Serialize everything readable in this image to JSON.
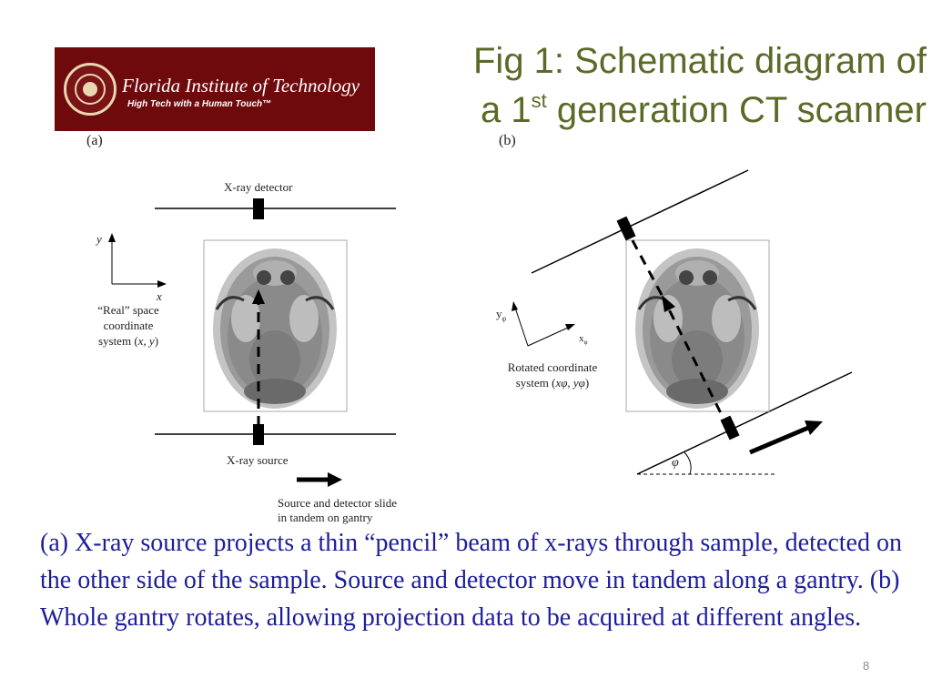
{
  "logo": {
    "name": "Florida Institute of Technology",
    "tagline": "High Tech with a Human Touch™"
  },
  "title": {
    "line1": "Fig 1: Schematic diagram of",
    "line2_pre": "a 1",
    "line2_sup": "st",
    "line2_post": " generation CT scanner"
  },
  "diagram_a": {
    "panel_label": "(a)",
    "detector_label": "X-ray detector",
    "source_label": "X-ray source",
    "axis_y": "y",
    "axis_x": "x",
    "coord_line1": "“Real” space",
    "coord_line2": "coordinate",
    "coord_line3_pre": "system (",
    "coord_line3_vars": "x, y",
    "coord_line3_post": ")",
    "slide_line1": "Source and detector slide",
    "slide_line2": "in tandem on gantry"
  },
  "diagram_b": {
    "panel_label": "(b)",
    "axis_y": "y",
    "axis_y_sub": "φ",
    "axis_x": "x",
    "axis_x_sub": "φ",
    "coord_line1": "Rotated coordinate",
    "coord_line2_pre": "system (",
    "coord_line2_vars": "xφ, yφ",
    "coord_line2_post": ")",
    "angle_label": "φ"
  },
  "caption": "(a) X-ray source projects a thin “pencil” beam of x-rays through sample, detected on the other side of the sample. Source and detector move in tandem along a gantry. (b) Whole gantry rotates, allowing projection data to be acquired at different angles.",
  "page_number": "8"
}
